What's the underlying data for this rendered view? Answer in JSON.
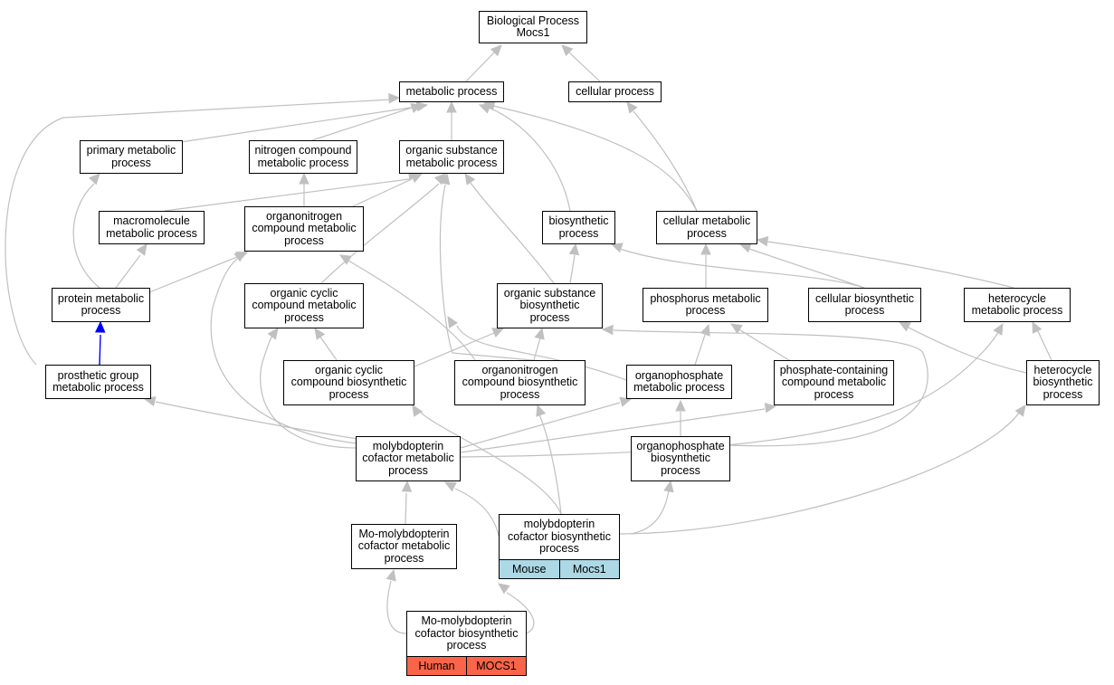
{
  "diagram": {
    "colors": {
      "edge": "#c0c0c0",
      "highlight_edge": "#0000ff",
      "mouse": "#add8e6",
      "human": "#fa6449"
    },
    "nodes": {
      "root": "Biological Process\nMocs1",
      "metabolic": "metabolic process",
      "cellular": "cellular process",
      "primary_metabolic": "primary metabolic\nprocess",
      "nitrogen_compound": "nitrogen compound\nmetabolic process",
      "organic_substance_metabolic": "organic substance\nmetabolic process",
      "macromolecule": "macromolecule\nmetabolic process",
      "organonitrogen_metabolic": "organonitrogen\ncompound metabolic\nprocess",
      "biosynthetic": "biosynthetic\nprocess",
      "cellular_metabolic": "cellular metabolic\nprocess",
      "protein_metabolic": "protein metabolic\nprocess",
      "organic_cyclic_metabolic": "organic cyclic\ncompound metabolic\nprocess",
      "organic_substance_biosynthetic": "organic substance\nbiosynthetic\nprocess",
      "phosphorus_metabolic": "phosphorus metabolic\nprocess",
      "cellular_biosynthetic": "cellular biosynthetic\nprocess",
      "heterocycle_metabolic": "heterocycle\nmetabolic process",
      "prosthetic_group": "prosthetic group\nmetabolic process",
      "organic_cyclic_biosynthetic": "organic cyclic\ncompound biosynthetic\nprocess",
      "organonitrogen_biosynthetic": "organonitrogen\ncompound biosynthetic\nprocess",
      "organophosphate_metabolic": "organophosphate\nmetabolic process",
      "phosphate_containing": "phosphate-containing\ncompound metabolic\nprocess",
      "heterocycle_biosynthetic": "heterocycle\nbiosynthetic\nprocess",
      "molybdopterin_metabolic": "molybdopterin\ncofactor metabolic\nprocess",
      "organophosphate_biosynthetic": "organophosphate\nbiosynthetic\nprocess",
      "mo_molybdopterin_metabolic": "Mo-molybdopterin\ncofactor metabolic\nprocess",
      "molybdopterin_biosynthetic": "molybdopterin\ncofactor biosynthetic\nprocess",
      "mo_molybdopterin_biosynthetic": "Mo-molybdopterin\ncofactor biosynthetic\nprocess"
    },
    "annotations": {
      "molybdopterin_biosynthetic": {
        "species": "Mouse",
        "gene": "Mocs1"
      },
      "mo_molybdopterin_biosynthetic": {
        "species": "Human",
        "gene": "MOCS1"
      }
    }
  }
}
